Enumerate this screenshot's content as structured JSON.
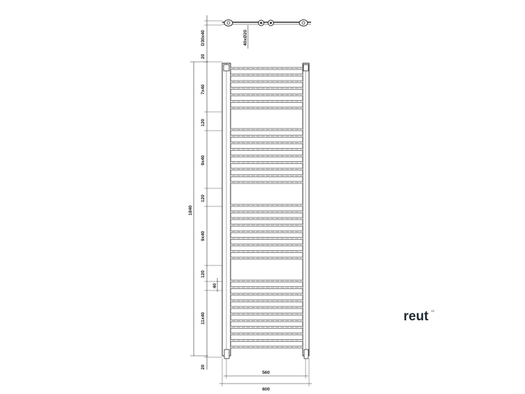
{
  "colors": {
    "line": "#2b2b2b",
    "bar": "#555555",
    "bar_fill": "#f4f4f4",
    "logo": "#1f2a33"
  },
  "top_view": {
    "left_label": "D30x40",
    "right_label": "40xØ20"
  },
  "left_dims": {
    "total_height": "1840",
    "segments": [
      "20",
      "7x40",
      "120",
      "9x40",
      "120",
      "9x40",
      "120",
      "40",
      "11x40",
      "20"
    ]
  },
  "bottom_dims": {
    "inner_width": "560",
    "outer_width": "600"
  },
  "bar_groups": [
    7,
    9,
    9,
    11
  ],
  "logo": {
    "text": "reut",
    "superscript": "cz"
  }
}
